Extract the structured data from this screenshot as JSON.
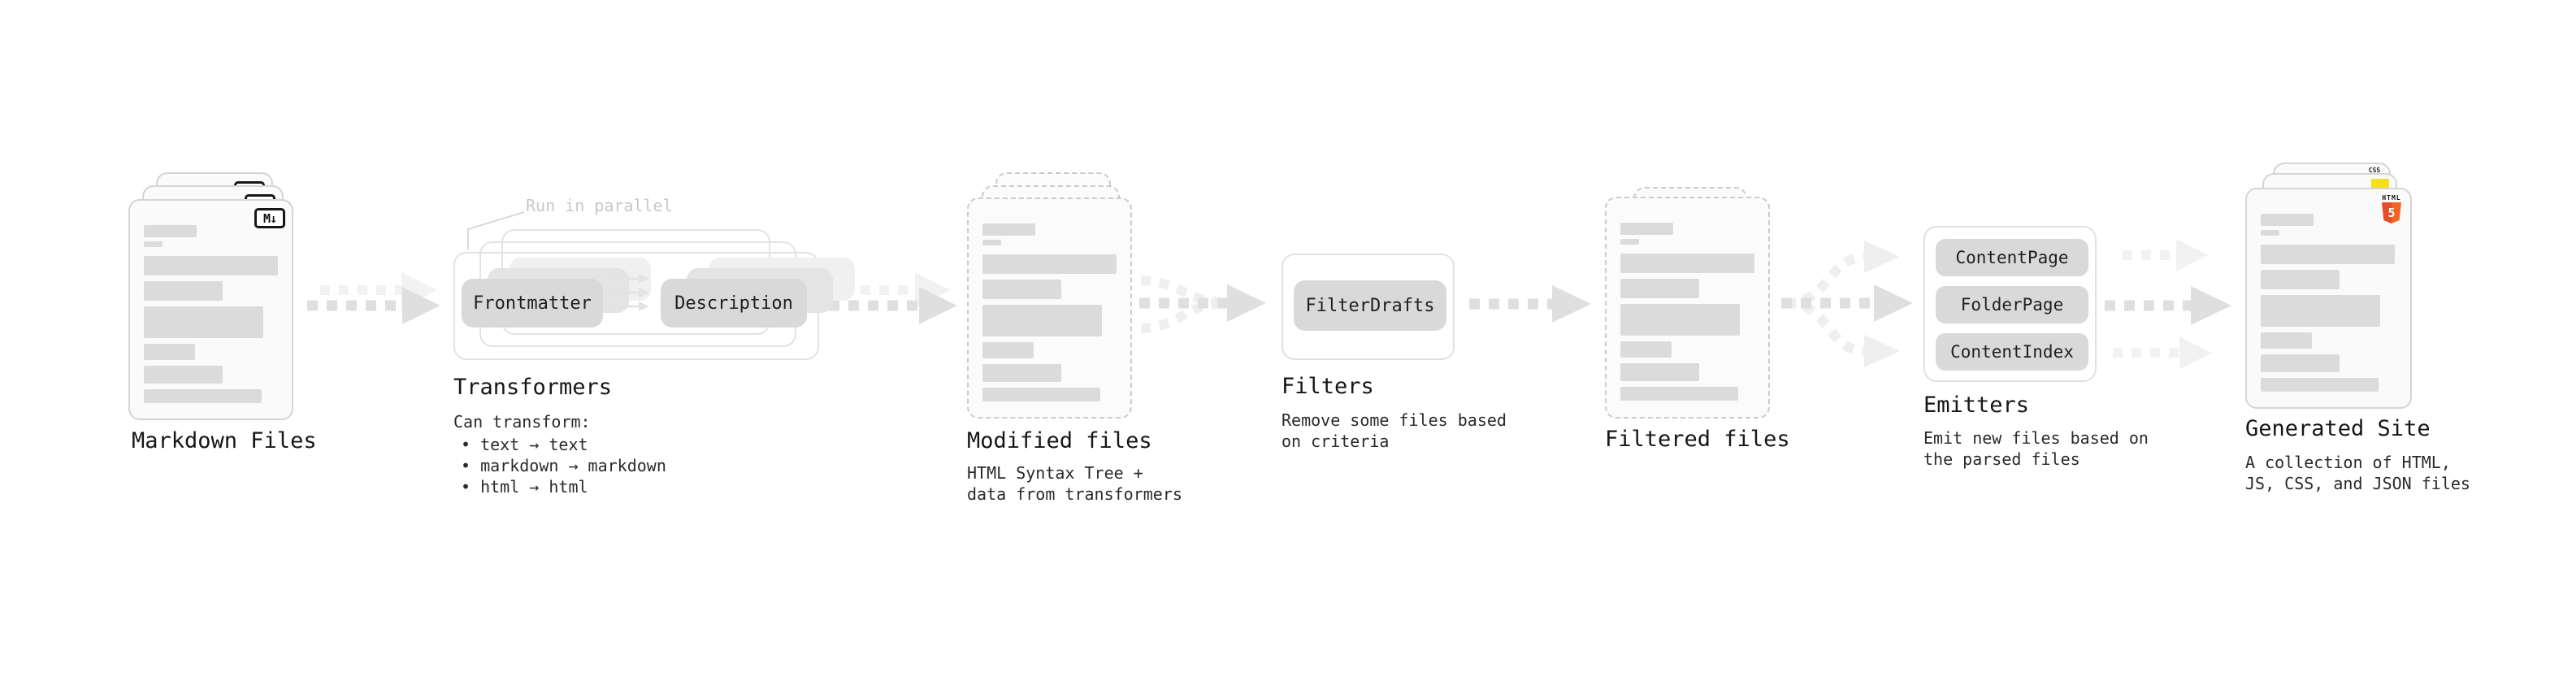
{
  "diagram": {
    "markdown": {
      "label": "Markdown Files"
    },
    "transformers": {
      "note": "Run in parallel",
      "pill1": "Frontmatter",
      "pill2": "Description",
      "label": "Transformers",
      "desc_title": "Can transform:",
      "bullet1": "• text → text",
      "bullet2": "• markdown → markdown",
      "bullet3": "• html → html"
    },
    "modified": {
      "label": "Modified files",
      "desc1": "HTML Syntax Tree +",
      "desc2": "data from transformers"
    },
    "filters": {
      "pill1": "FilterDrafts",
      "label": "Filters",
      "desc1": "Remove some files based",
      "desc2": "on criteria"
    },
    "filtered": {
      "label": "Filtered files"
    },
    "emitters": {
      "pill1": "ContentPage",
      "pill2": "FolderPage",
      "pill3": "ContentIndex",
      "label": "Emitters",
      "desc1": "Emit new files based on",
      "desc2": "the parsed files"
    },
    "generated": {
      "label": "Generated Site",
      "desc1": "A collection of HTML,",
      "desc2": "JS, CSS, and JSON files"
    }
  },
  "icons": {
    "markdown_badge": "M↓",
    "html_label": "HTML",
    "html5_glyph": "5",
    "css_label": "CSS"
  },
  "colors": {
    "html5_orange": "#e44d26",
    "js_yellow": "#f7df1e",
    "css_blue": "#2965f1",
    "dark_arrow": "#dfdfdf",
    "light_arrow": "#f2f2f2"
  }
}
